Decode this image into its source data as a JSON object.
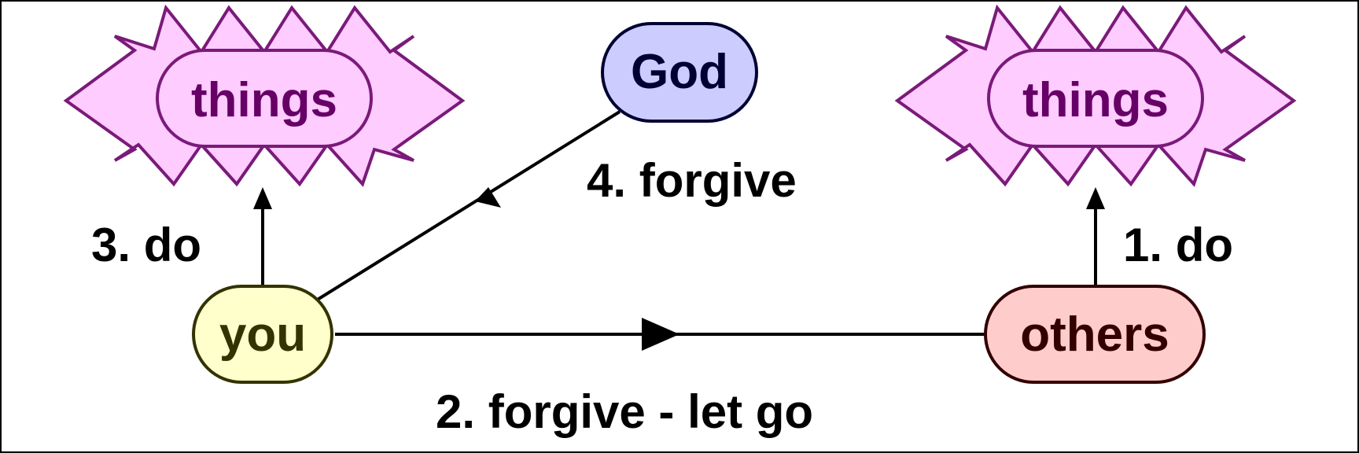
{
  "nodes": {
    "things_left": {
      "label": "things",
      "fill": "#ffccff",
      "stroke": "#7a1a7a",
      "text_color": "#660066"
    },
    "things_right": {
      "label": "things",
      "fill": "#ffccff",
      "stroke": "#7a1a7a",
      "text_color": "#660066"
    },
    "god": {
      "label": "God",
      "fill": "#ccccff",
      "stroke": "#000033",
      "text_color": "#000033"
    },
    "you": {
      "label": "you",
      "fill": "#ffffcc",
      "stroke": "#333300",
      "text_color": "#333300"
    },
    "others": {
      "label": "others",
      "fill": "#ffcccc",
      "stroke": "#330000",
      "text_color": "#330000"
    }
  },
  "edges": {
    "others_do": {
      "label": "1. do"
    },
    "you_forgive_others": {
      "label": "2. forgive - let go"
    },
    "you_do": {
      "label": "3. do"
    },
    "god_forgive_you": {
      "label": "4. forgive"
    }
  },
  "colors": {
    "edge": "#000000",
    "frame": "#000000",
    "background": "#ffffff"
  }
}
